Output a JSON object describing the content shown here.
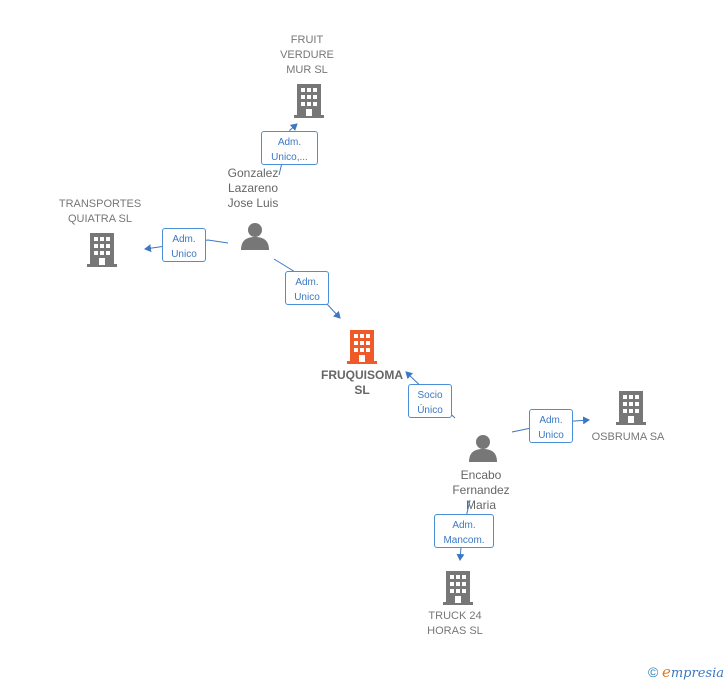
{
  "companies": {
    "fruit": "FRUIT\nVERDURE\nMUR SL",
    "transportes": "TRANSPORTES\nQUIATRA SL",
    "fruquisoma": "FRUQUISOMA\nSL",
    "osbruma": "OSBRUMA SA",
    "truck": "TRUCK 24\nHORAS  SL"
  },
  "persons": {
    "gonzalez": "Gonzalez\nLazareno\nJose Luis",
    "encabo": "Encabo\nFernandez\nMaria"
  },
  "edges": {
    "gonzalez_fruit": "Adm.\nUnico,...",
    "gonzalez_transportes": "Adm.\nUnico",
    "gonzalez_fruquisoma": "Adm.\nUnico",
    "fruquisoma_encabo": "Socio\nÚnico",
    "encabo_osbruma": "Adm.\nUnico",
    "encabo_truck": "Adm.\nMancom."
  },
  "colors": {
    "building": "#777777",
    "building_center": "#f05a28",
    "person": "#777777",
    "line": "#3b78c4"
  },
  "icons": {
    "building": "building-icon",
    "person": "person-icon"
  },
  "watermark": {
    "copyright": "©",
    "brand_e": "e",
    "brand_rest": "mpresia"
  }
}
